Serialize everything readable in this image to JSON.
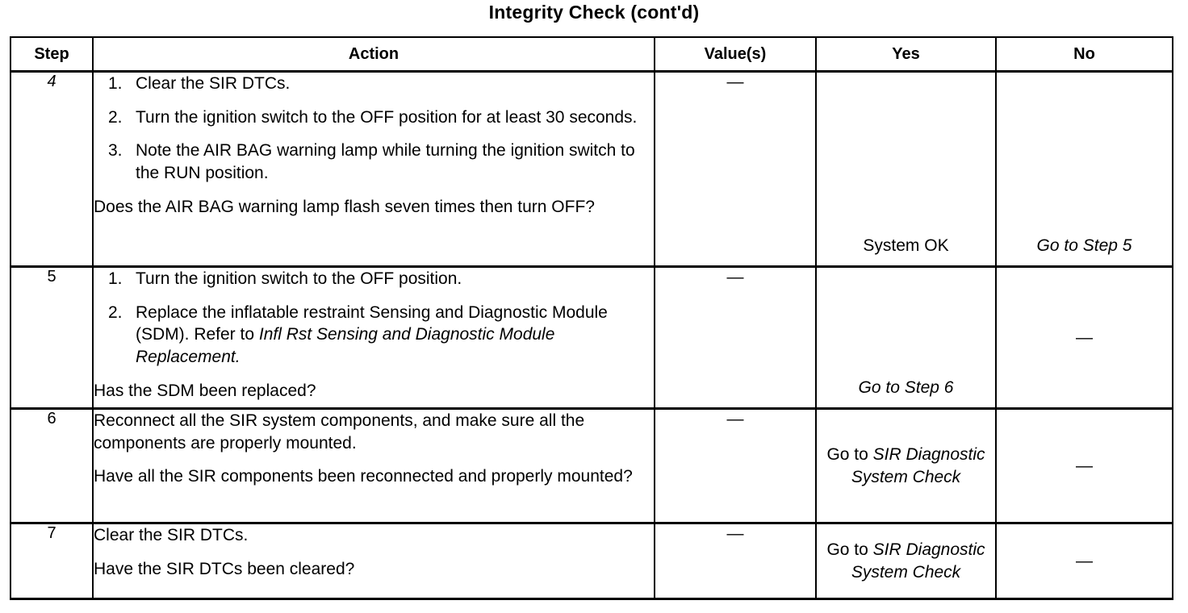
{
  "title": "Integrity Check (cont'd)",
  "table": {
    "headers": {
      "step": "Step",
      "action": "Action",
      "value": "Value(s)",
      "yes": "Yes",
      "no": "No"
    },
    "rows": [
      {
        "step": "4",
        "step_italic": true,
        "action": {
          "steps": [
            {
              "num": "1.",
              "text": "Clear the SIR DTCs."
            },
            {
              "num": "2.",
              "text": "Turn the ignition switch to the OFF position for at least 30 seconds."
            },
            {
              "num": "3.",
              "text": "Note the AIR BAG warning lamp while turning the ignition switch to the RUN position."
            }
          ],
          "question": "Does the AIR BAG warning lamp flash seven times then turn OFF?"
        },
        "value": "—",
        "yes": {
          "plain": "System OK",
          "italic": ""
        },
        "no": {
          "plain": "",
          "italic": "Go to Step 5"
        }
      },
      {
        "step": "5",
        "step_italic": false,
        "action": {
          "steps": [
            {
              "num": "1.",
              "text": "Turn the ignition switch to the OFF position."
            },
            {
              "num": "2.",
              "text": "Replace the inflatable restraint Sensing and Diagnostic Module (SDM). Refer to ",
              "italic_tail": "Infl Rst Sensing and Diagnostic Module Replacement."
            }
          ],
          "question": "Has the SDM been replaced?"
        },
        "value": "—",
        "yes": {
          "plain": "",
          "italic": "Go to Step 6"
        },
        "no": {
          "plain": "—",
          "italic": ""
        }
      },
      {
        "step": "6",
        "step_italic": false,
        "action": {
          "steps": [],
          "statement": "Reconnect all the SIR system components, and make sure all the components are properly mounted.",
          "question": "Have all the SIR components been reconnected and properly mounted?"
        },
        "value": "—",
        "yes": {
          "plain": "Go to ",
          "italic": "SIR Diagnostic System Check"
        },
        "no": {
          "plain": "—",
          "italic": ""
        }
      },
      {
        "step": "7",
        "step_italic": false,
        "action": {
          "steps": [],
          "statement": "Clear the SIR DTCs.",
          "question": "Have the SIR DTCs been cleared?"
        },
        "value": "—",
        "yes": {
          "plain": "Go to ",
          "italic": "SIR Diagnostic System Check"
        },
        "no": {
          "plain": "—",
          "italic": ""
        }
      }
    ]
  }
}
